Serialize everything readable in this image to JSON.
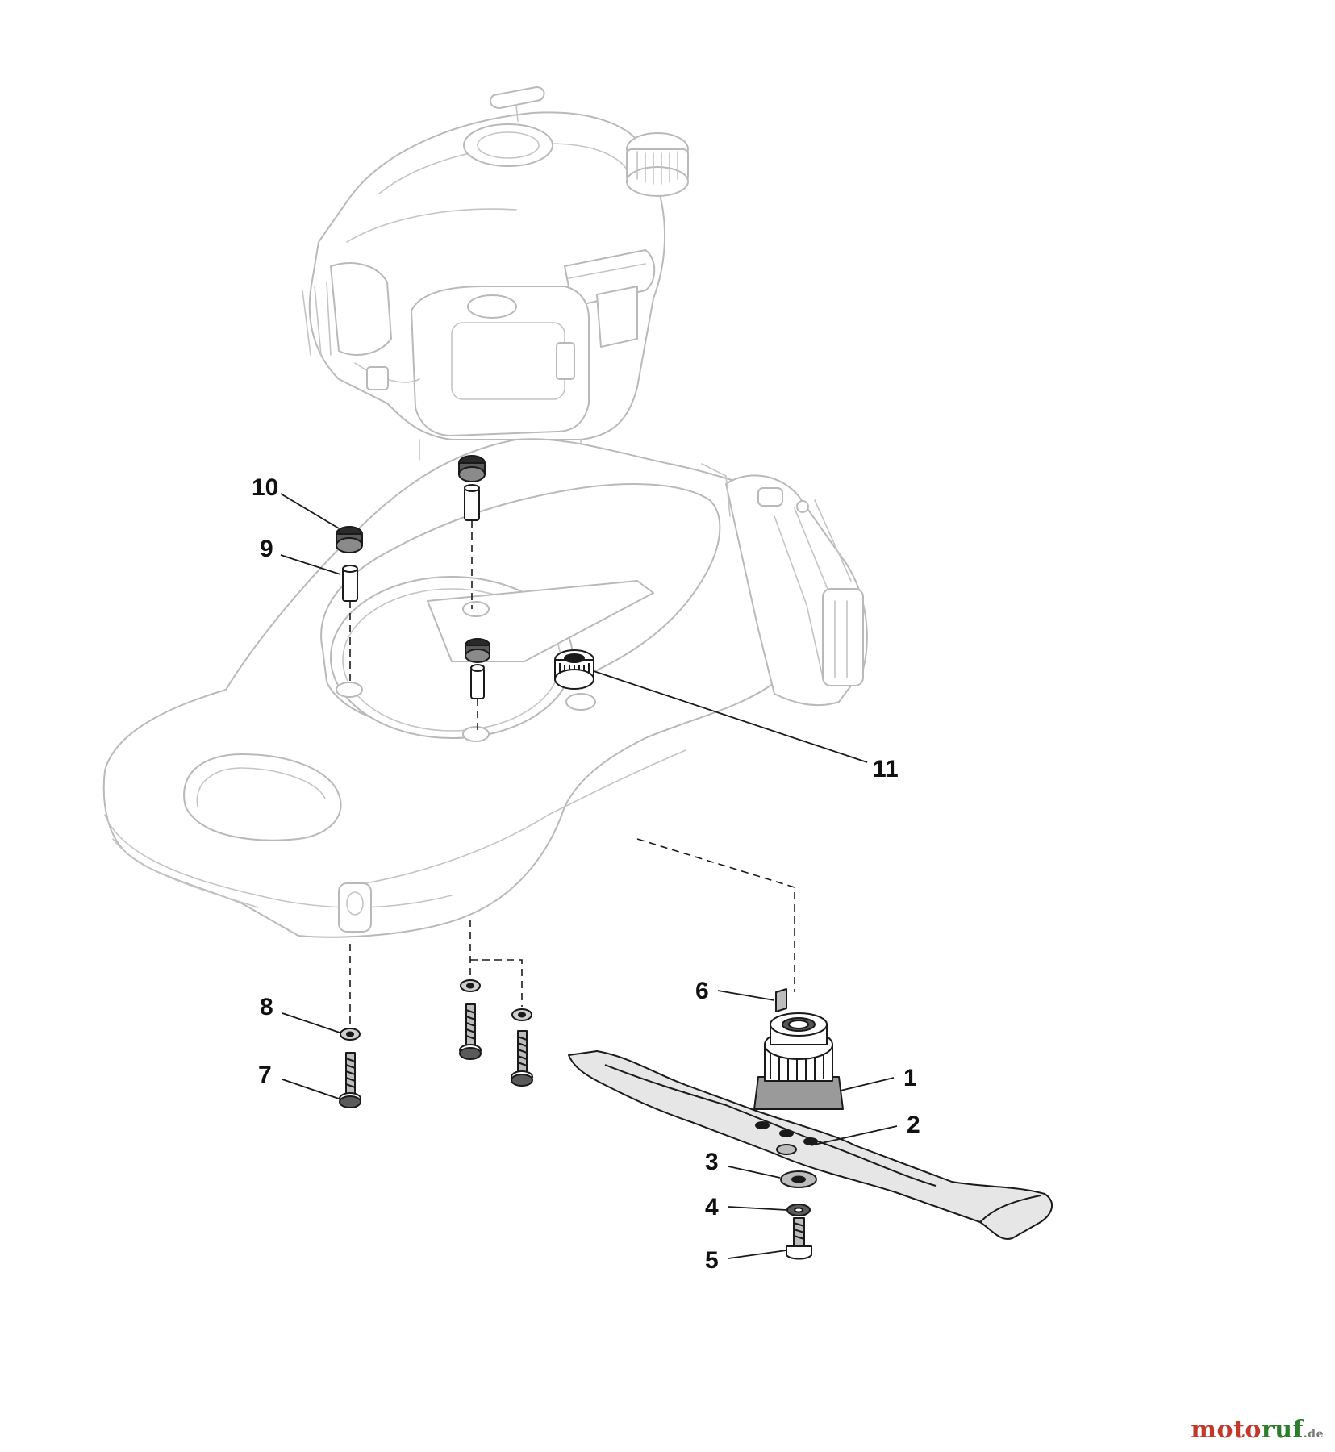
{
  "diagram": {
    "callouts": [
      {
        "id": "1",
        "label": "1"
      },
      {
        "id": "2",
        "label": "2"
      },
      {
        "id": "3",
        "label": "3"
      },
      {
        "id": "4",
        "label": "4"
      },
      {
        "id": "5",
        "label": "5"
      },
      {
        "id": "6",
        "label": "6"
      },
      {
        "id": "7",
        "label": "7"
      },
      {
        "id": "8",
        "label": "8"
      },
      {
        "id": "9",
        "label": "9"
      },
      {
        "id": "10",
        "label": "10"
      },
      {
        "id": "11",
        "label": "11"
      }
    ]
  },
  "watermark": {
    "part1": "moto",
    "part2": "ruf",
    "tld": ".de",
    "color1": "#c0392b",
    "color2": "#2d7d2d"
  }
}
